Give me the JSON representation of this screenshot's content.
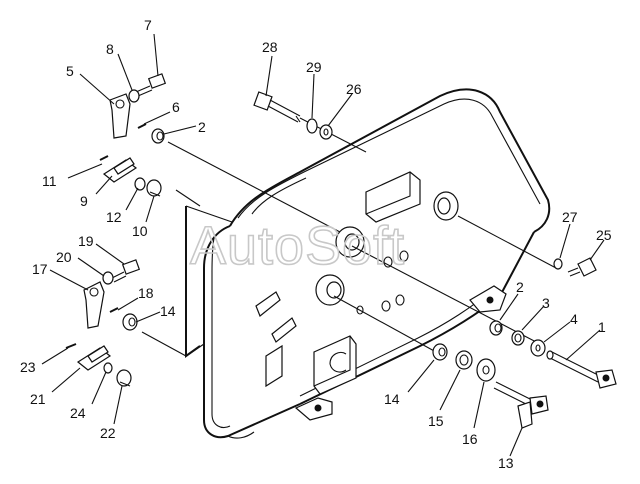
{
  "watermark": "AutoSoft",
  "callouts": [
    {
      "id": "c1",
      "text": "1"
    },
    {
      "id": "c2a",
      "text": "2"
    },
    {
      "id": "c2b",
      "text": "2"
    },
    {
      "id": "c3",
      "text": "3"
    },
    {
      "id": "c4",
      "text": "4"
    },
    {
      "id": "c5",
      "text": "5"
    },
    {
      "id": "c6",
      "text": "6"
    },
    {
      "id": "c7",
      "text": "7"
    },
    {
      "id": "c8",
      "text": "8"
    },
    {
      "id": "c9",
      "text": "9"
    },
    {
      "id": "c10",
      "text": "10"
    },
    {
      "id": "c11",
      "text": "11"
    },
    {
      "id": "c12",
      "text": "12"
    },
    {
      "id": "c13",
      "text": "13"
    },
    {
      "id": "c14a",
      "text": "14"
    },
    {
      "id": "c14b",
      "text": "14"
    },
    {
      "id": "c15",
      "text": "15"
    },
    {
      "id": "c16",
      "text": "16"
    },
    {
      "id": "c17",
      "text": "17"
    },
    {
      "id": "c18",
      "text": "18"
    },
    {
      "id": "c19",
      "text": "19"
    },
    {
      "id": "c20",
      "text": "20"
    },
    {
      "id": "c21",
      "text": "21"
    },
    {
      "id": "c22",
      "text": "22"
    },
    {
      "id": "c23",
      "text": "23"
    },
    {
      "id": "c24",
      "text": "24"
    },
    {
      "id": "c25",
      "text": "25"
    },
    {
      "id": "c26",
      "text": "26"
    },
    {
      "id": "c27",
      "text": "27"
    },
    {
      "id": "c28",
      "text": "28"
    },
    {
      "id": "c29",
      "text": "29"
    }
  ]
}
